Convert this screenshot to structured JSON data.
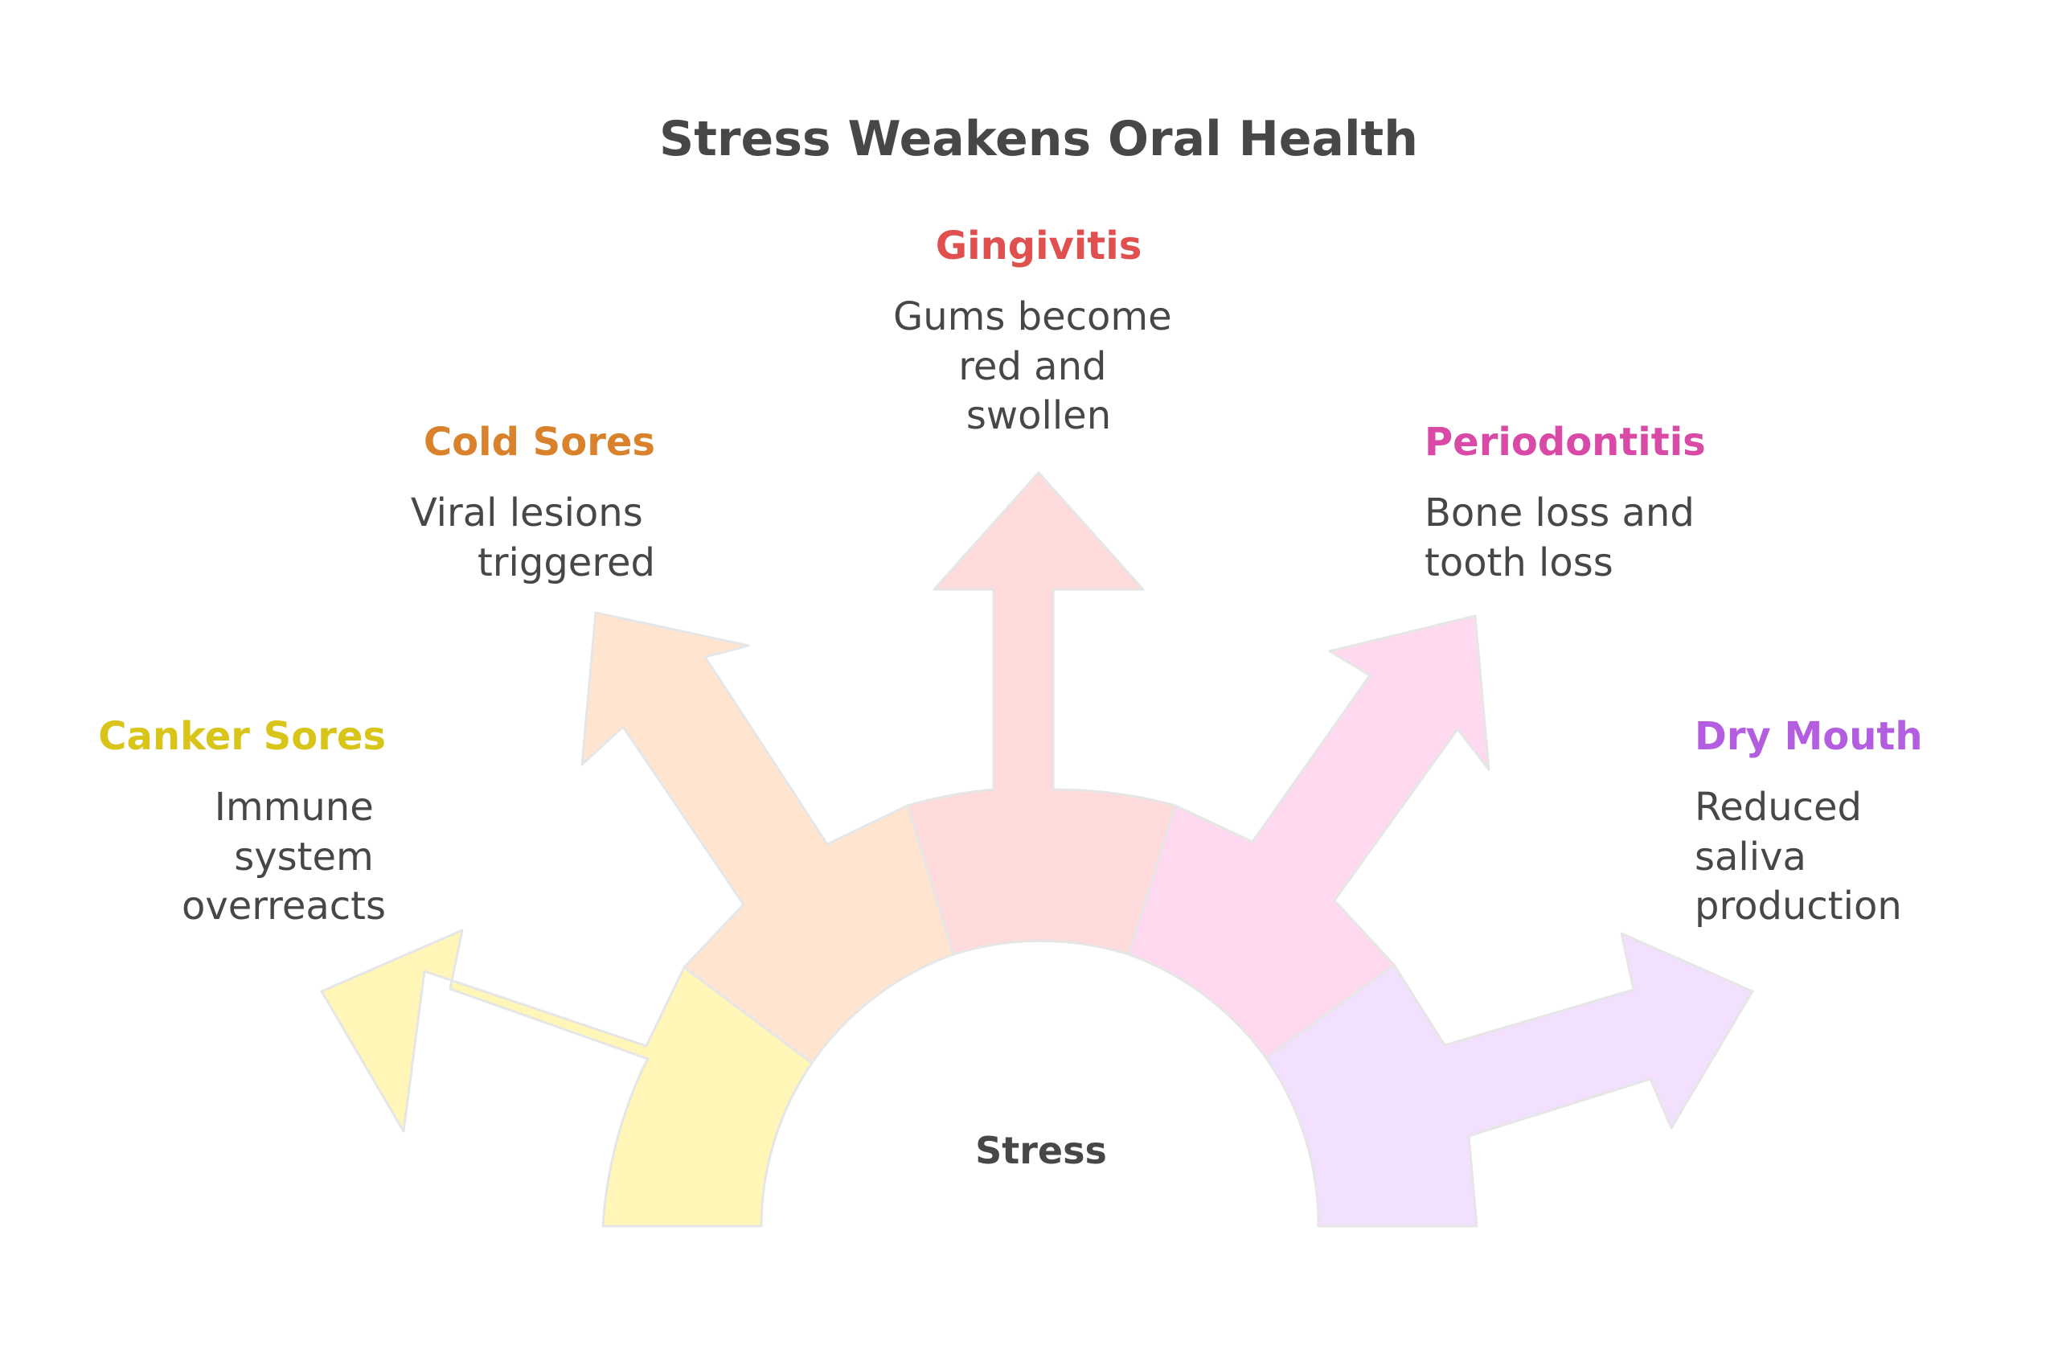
{
  "title": "Stress Weakens Oral Health",
  "center": {
    "label": "Stress"
  },
  "items": [
    {
      "key": "canker",
      "heading": "Canker Sores",
      "description": [
        "Immune",
        "system",
        "overreacts"
      ],
      "heading_color": "#d9c51a",
      "fill_color": "#fff6b8"
    },
    {
      "key": "cold",
      "heading": "Cold Sores",
      "description": [
        "Viral lesions",
        "triggered"
      ],
      "heading_color": "#d9822b",
      "fill_color": "#ffe4cf"
    },
    {
      "key": "gingivitis",
      "heading": "Gingivitis",
      "description": [
        "Gums become",
        "red and",
        "swollen"
      ],
      "heading_color": "#e0504f",
      "fill_color": "#ffdada"
    },
    {
      "key": "periodontitis",
      "heading": "Periodontitis",
      "description": [
        "Bone loss and",
        "tooth loss"
      ],
      "heading_color": "#d94aa6",
      "fill_color": "#ffd9ef"
    },
    {
      "key": "drymouth",
      "heading": "Dry Mouth",
      "description": [
        "Reduced",
        "saliva",
        "production"
      ],
      "heading_color": "#b35de0",
      "fill_color": "#f3e0ff"
    }
  ]
}
